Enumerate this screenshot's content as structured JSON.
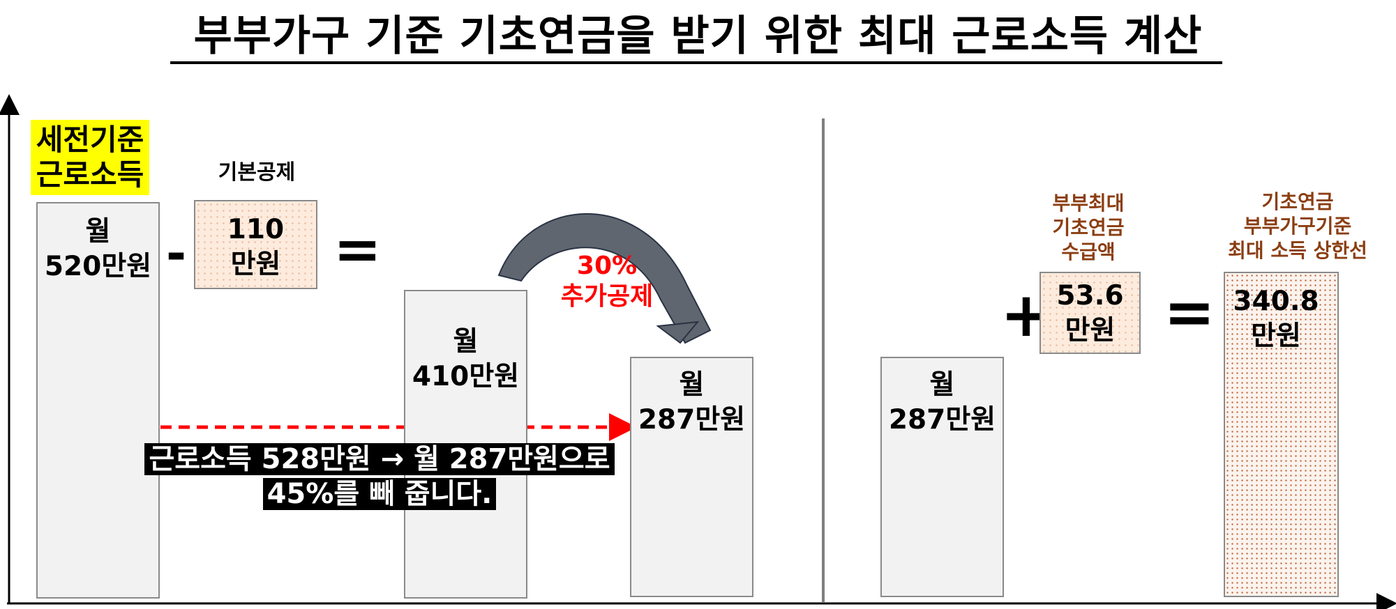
{
  "title": "부부가구 기준 기초연금을 받기 위한 최대 근로소득 계산",
  "left": {
    "highlight_label": [
      "세전기준",
      "근로소득"
    ],
    "bar1": {
      "line1": "월",
      "line2": "520만원"
    },
    "minus": "-",
    "deduction_label": "기본공제",
    "deduction_box": {
      "line1": "110",
      "line2": "만원"
    },
    "equals": "=",
    "bar2": {
      "line1": "월",
      "line2": "410만원"
    },
    "extra_deduction": {
      "line1": "30%",
      "line2": "추가공제"
    },
    "bar3": {
      "line1": "월",
      "line2": "287만원"
    },
    "caption": {
      "line1": "근로소득 528만원 → 월 287만원으로",
      "line2": "45%를 빼 줍니다."
    }
  },
  "right": {
    "bar": {
      "line1": "월",
      "line2": "287만원"
    },
    "plus": "+",
    "pension_label": [
      "부부최대",
      "기초연금",
      "수급액"
    ],
    "pension_box": {
      "line1": "53.6",
      "line2": "만원"
    },
    "equals": "=",
    "limit_label": [
      "기초연금",
      "부부가구기준",
      "최대 소득 상한선"
    ],
    "limit_box": {
      "line1": "340.8",
      "line2": "만원"
    }
  },
  "colors": {
    "highlight": "#ffff00",
    "red_accent": "#ff0000",
    "brown_label": "#8b3e12",
    "arrow_fill": "#5f6670"
  }
}
